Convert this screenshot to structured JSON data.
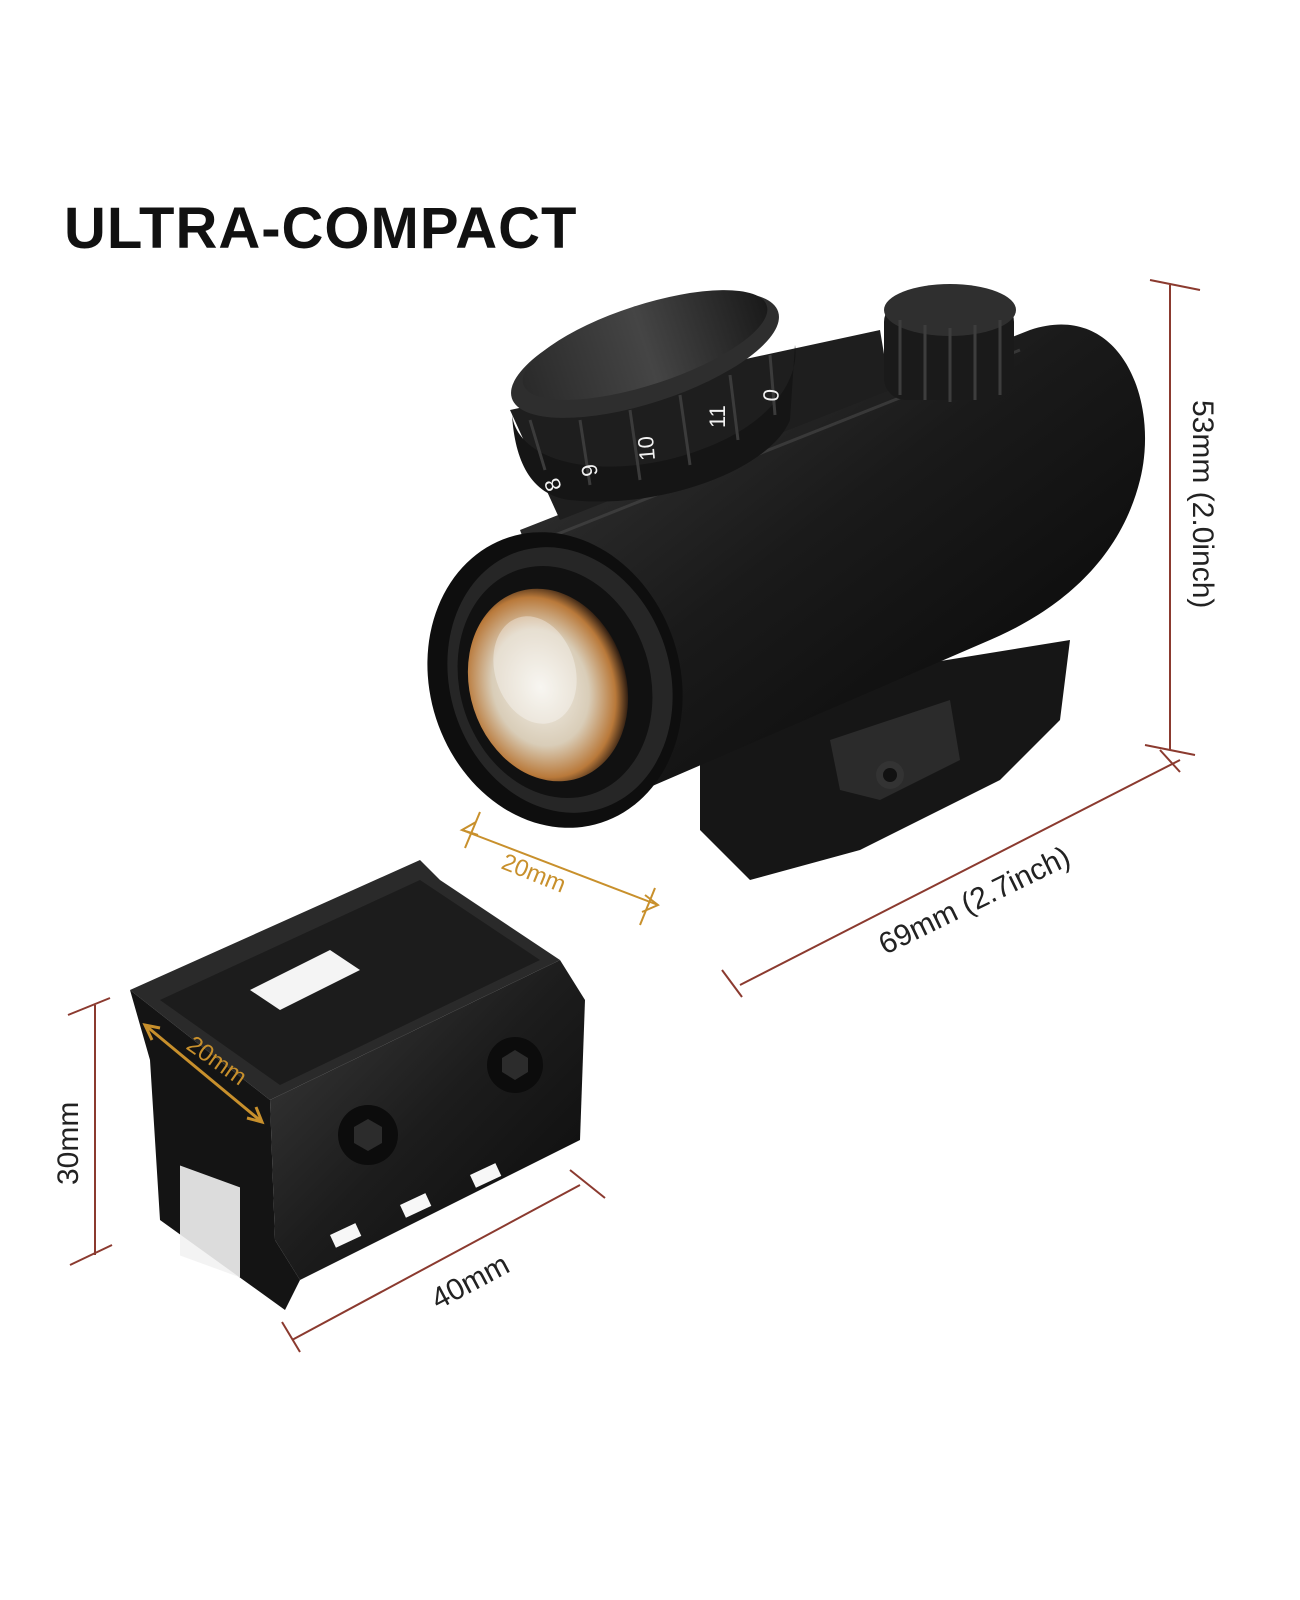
{
  "title": "ULTRA-COMPACT",
  "dimensions": {
    "height_label": "53mm (2.0inch)",
    "length_label": "69mm (2.7inch)",
    "objective_label": "20mm",
    "mount_top_label": "20mm",
    "mount_height_label": "30mm",
    "mount_length_label": "40mm"
  },
  "dial": {
    "numbers": [
      "8",
      "9",
      "10",
      "11",
      "0"
    ]
  },
  "colors": {
    "dimension_line": "#8b3a2f",
    "objective_dimension": "#c8902c",
    "body": "#1a1a1a"
  }
}
